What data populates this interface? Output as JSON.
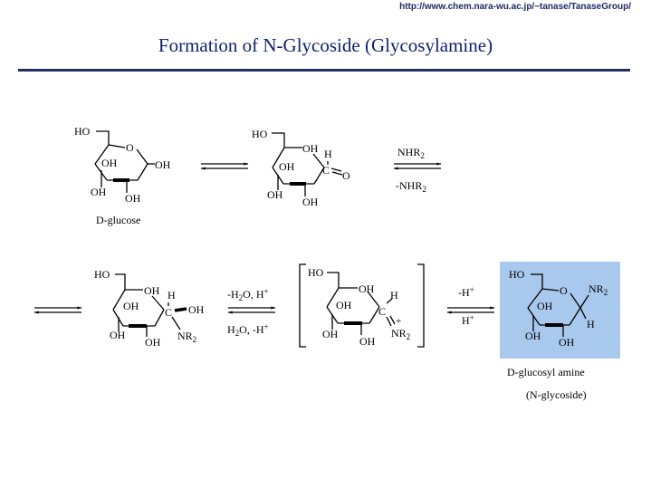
{
  "header": {
    "url": "http://www.chem.nara-wu.ac.jp/~tanase/TanaseGroup/",
    "title": "Formation of N-Glycoside (Glycosylamine)"
  },
  "labels": {
    "ho": "HO",
    "oh": "OH",
    "o": "O",
    "h": "H",
    "c": "C",
    "nr2": "NR",
    "sub2": "2",
    "plus": "+",
    "hplus_sup": "+"
  },
  "molecules": {
    "glucose": "D-glucose",
    "product": "D-glucosyl amine",
    "product_class": "(N-glycoside)"
  },
  "arrows": {
    "step1_top": "NHR",
    "step1_bottom": "-NHR",
    "step2_top": "-H",
    "step2_top_tail": "O, H",
    "step2_bottom": "H",
    "step2_bottom_tail": "O, -H",
    "step3_top": "-H",
    "step3_bottom": "H"
  },
  "colors": {
    "title": "#0f1f6e",
    "rule": "#1f2f66",
    "highlight": "#a8c8ee"
  }
}
